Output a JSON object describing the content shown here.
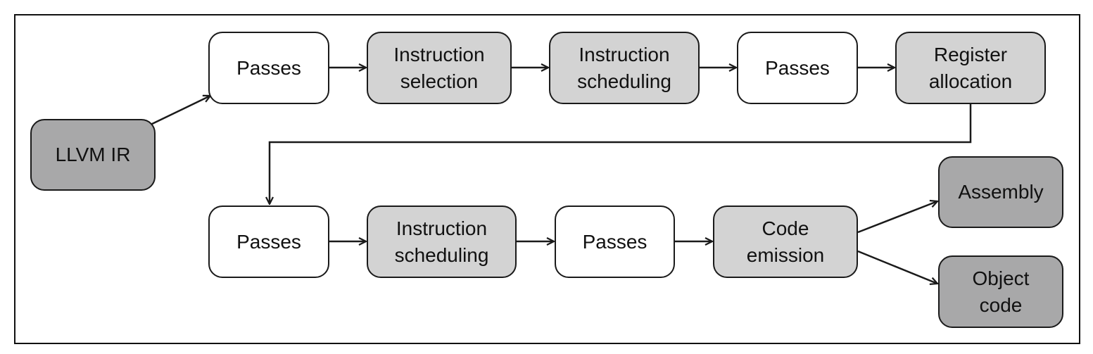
{
  "colors": {
    "pass": "#ffffff",
    "stage": "#d3d3d3",
    "io": "#a8a8a9",
    "line": "#1a1a1a"
  },
  "nodes": {
    "llvm_ir": "LLVM IR",
    "passes_1": "Passes",
    "instruction_selection": "Instruction\nselection",
    "instruction_scheduling_1": "Instruction\nscheduling",
    "passes_2": "Passes",
    "register_allocation": "Register\nallocation",
    "passes_3": "Passes",
    "instruction_scheduling_2": "Instruction\nscheduling",
    "passes_4": "Passes",
    "code_emission": "Code\nemission",
    "assembly": "Assembly",
    "object_code": "Object\ncode"
  },
  "edges": [
    [
      "llvm_ir",
      "passes_1"
    ],
    [
      "passes_1",
      "instruction_selection"
    ],
    [
      "instruction_selection",
      "instruction_scheduling_1"
    ],
    [
      "instruction_scheduling_1",
      "passes_2"
    ],
    [
      "passes_2",
      "register_allocation"
    ],
    [
      "register_allocation",
      "passes_3"
    ],
    [
      "passes_3",
      "instruction_scheduling_2"
    ],
    [
      "instruction_scheduling_2",
      "passes_4"
    ],
    [
      "passes_4",
      "code_emission"
    ],
    [
      "code_emission",
      "assembly"
    ],
    [
      "code_emission",
      "object_code"
    ]
  ]
}
